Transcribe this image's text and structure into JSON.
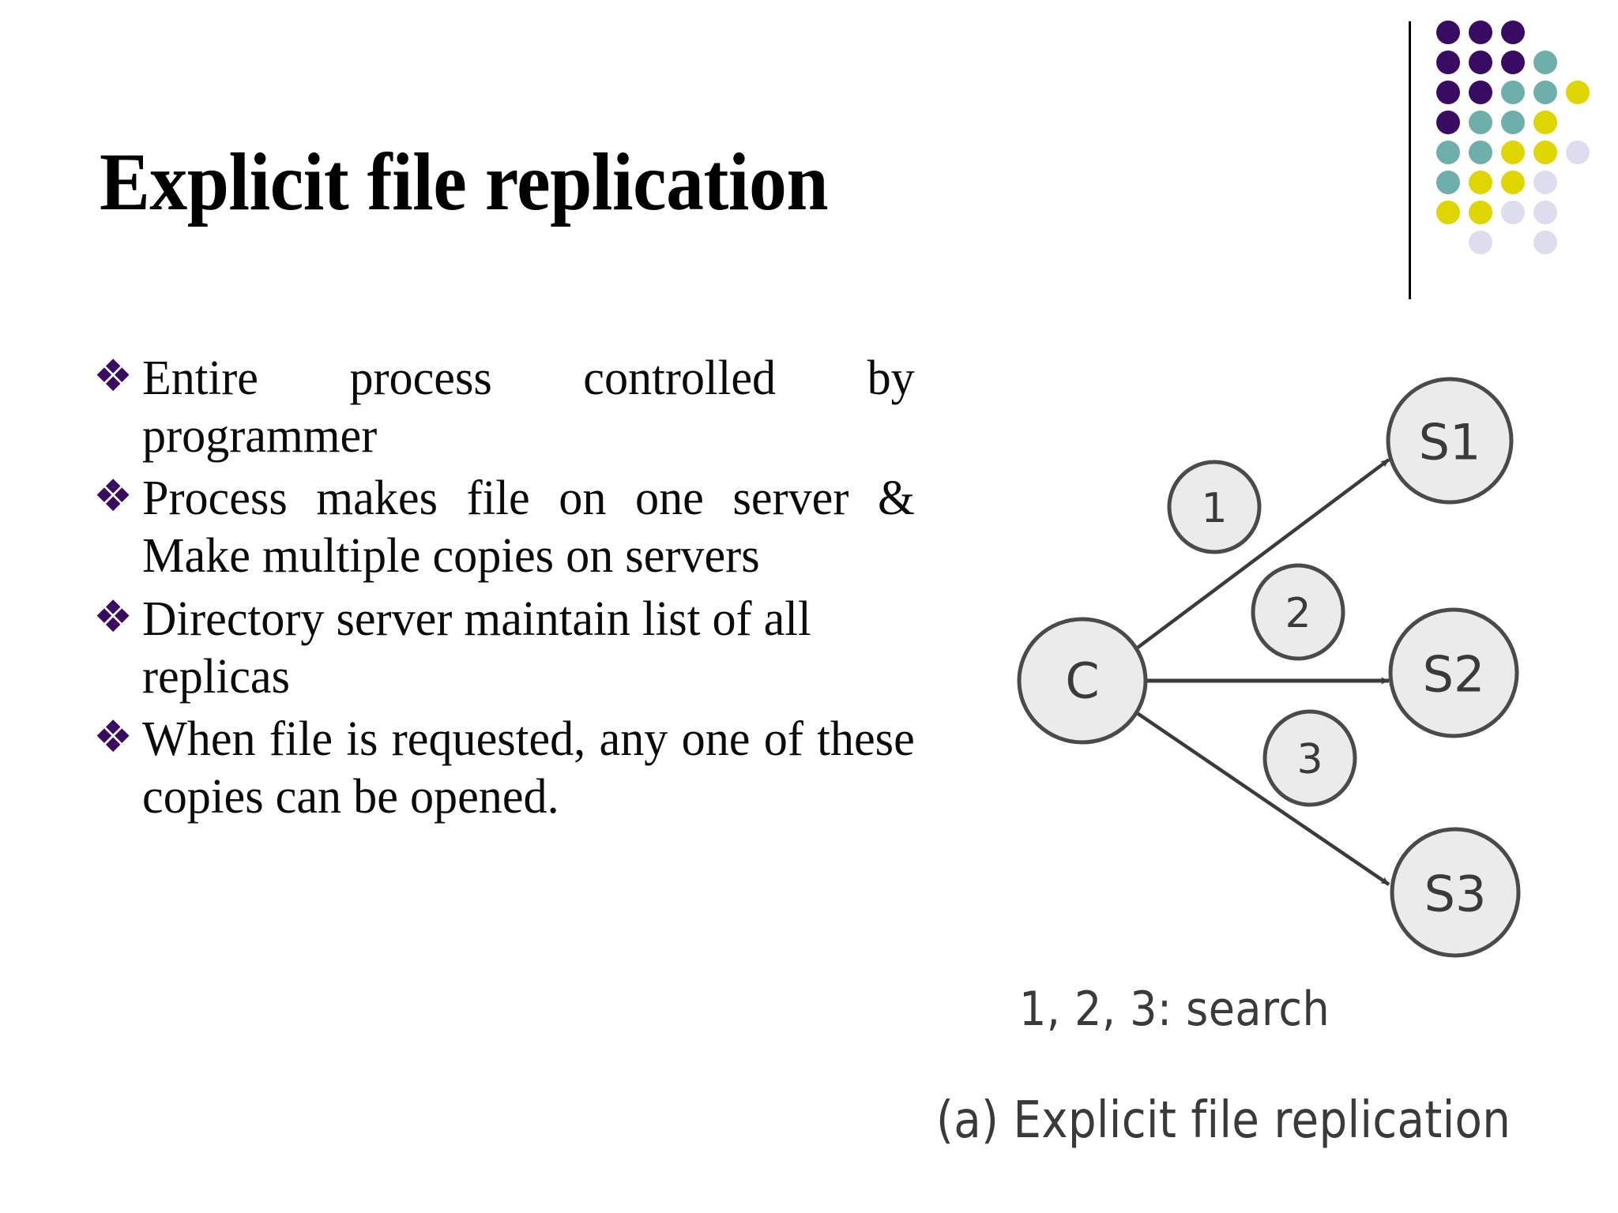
{
  "slide": {
    "title": "Explicit file replication",
    "background_color": "#FFFFFF",
    "bullet_glyph": "❖",
    "bullet_color": "#3A0B63",
    "bullets": [
      {
        "text": "Entire process controlled by programmer"
      },
      {
        "text": "Process makes file on one server & Make multiple copies on servers"
      },
      {
        "text": "Directory server maintain list of all replicas"
      },
      {
        "text": "When file is requested, any one of these copies can be opened."
      }
    ]
  },
  "logo": {
    "name": "dot-grid-logo",
    "rule_color": "#000000",
    "colors": {
      "purple": "#3A0B63",
      "teal": "#6FAFAB",
      "yellow": "#DFD500",
      "lavender": "#DEDCEF"
    },
    "grid": [
      [
        "purple",
        "purple",
        "purple",
        "",
        ""
      ],
      [
        "purple",
        "purple",
        "purple",
        "teal",
        ""
      ],
      [
        "purple",
        "purple",
        "teal",
        "teal",
        "yellow"
      ],
      [
        "purple",
        "teal",
        "teal",
        "yellow",
        ""
      ],
      [
        "teal",
        "teal",
        "yellow",
        "yellow",
        "lavender"
      ],
      [
        "teal",
        "yellow",
        "yellow",
        "lavender",
        ""
      ],
      [
        "yellow",
        "yellow",
        "lavender",
        "lavender",
        ""
      ],
      [
        "",
        "lavender",
        "",
        "lavender",
        ""
      ]
    ]
  },
  "figure": {
    "legend": "1, 2, 3: search",
    "caption": "(a) Explicit file replication",
    "node_fill": "#EBEBEB",
    "node_stroke": "#4A4A4A",
    "client": {
      "label": "C"
    },
    "servers": [
      {
        "label": "S1"
      },
      {
        "label": "S2"
      },
      {
        "label": "S3"
      }
    ],
    "step_markers": [
      {
        "label": "1"
      },
      {
        "label": "2"
      },
      {
        "label": "3"
      }
    ]
  }
}
